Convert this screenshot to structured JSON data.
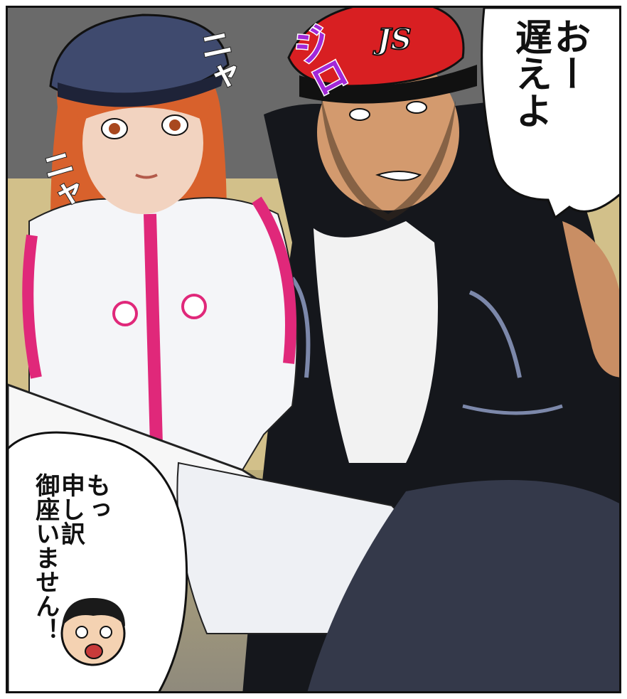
{
  "speech": {
    "main_lines": [
      "おー",
      "遅えよ"
    ],
    "small_lines": [
      "もっ",
      "申し訳",
      "御座いません！"
    ]
  },
  "sfx": {
    "nya_1": "ニャ",
    "nya_2": "ニャ",
    "jiro": "ジロ"
  },
  "cap_logo": "JS",
  "colors": {
    "cap_blue": "#3f4a6e",
    "hair_orange": "#d8612c",
    "jacket_pink": "#e0287a",
    "cap_red": "#d81f22",
    "vest_black": "#15171c",
    "sfx_purple": "#a228d8"
  }
}
